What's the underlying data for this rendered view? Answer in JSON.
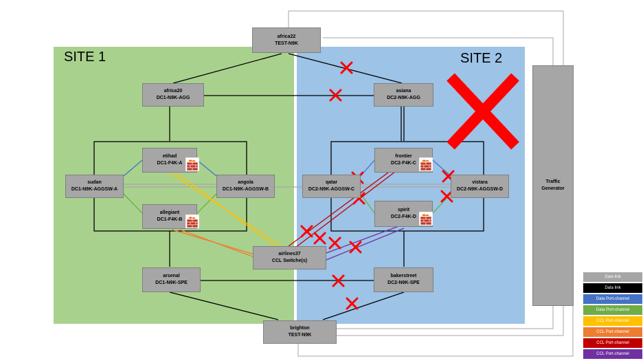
{
  "sites": {
    "site1": "SITE 1",
    "site2": "SITE 2"
  },
  "nodes": {
    "africa22": {
      "name": "africa22",
      "role": "TEST-N9K"
    },
    "africa20": {
      "name": "africa20",
      "role": "DC1-N9K-AGG"
    },
    "asiana": {
      "name": "asiana",
      "role": "DC2-N9K-AGG"
    },
    "etihad": {
      "name": "etihad",
      "role": "DC1-F4K-A"
    },
    "allegiant": {
      "name": "allegiant",
      "role": "DC1-F4K-B"
    },
    "sudan": {
      "name": "sudan",
      "role": "DC1-N9K-AGGSW-A"
    },
    "angola": {
      "name": "angola",
      "role": "DC1-N9K-AGGSW-B"
    },
    "frontier": {
      "name": "frontier",
      "role": "DC2-F4K-C"
    },
    "spirit": {
      "name": "spirit",
      "role": "DC2-F4K-D"
    },
    "qatar": {
      "name": "qatar",
      "role": "DC2-N9K-AGGSW-C"
    },
    "vistara": {
      "name": "vistara",
      "role": "DC2-N9K-AGGSW-D"
    },
    "airlines37": {
      "name": "airlines37",
      "role": "CCL Switche(s)"
    },
    "arsenal": {
      "name": "arsenal",
      "role": "DC1-N9K-SPE"
    },
    "bakerstreet": {
      "name": "bakerstreet",
      "role": "DC2-N9K-SPE"
    },
    "brighton": {
      "name": "brighton",
      "role": "TEST-N9K"
    },
    "traffic": {
      "name": "Traffic",
      "role": "Generator"
    }
  },
  "legend": [
    {
      "label": "Data link",
      "color": "#a6a6a6",
      "text_color": "#ffffff"
    },
    {
      "label": "Data link",
      "color": "#000000",
      "text_color": "#ffffff"
    },
    {
      "label": "Data Port-channel",
      "color": "#4472c4",
      "text_color": "#ffffff"
    },
    {
      "label": "Data Port-channel",
      "color": "#70ad47",
      "text_color": "#ffffff"
    },
    {
      "label": "CCL Port-channel",
      "color": "#ffc000",
      "text_color": "#ffffff"
    },
    {
      "label": "CCL Port-channel",
      "color": "#ed7d31",
      "text_color": "#ffffff"
    },
    {
      "label": "CCL Port-channel",
      "color": "#c00000",
      "text_color": "#ffffff"
    },
    {
      "label": "CCL Port-channel",
      "color": "#7030a0",
      "text_color": "#ffffff"
    }
  ],
  "colors": {
    "site1_bg": "#a9d18e",
    "site2_bg": "#9dc3e6",
    "failure_mark": "#ff0000",
    "node_fill": "#a6a6a6"
  },
  "icons": {
    "firewall": "firewall-icon",
    "failure": "failure-x-icon"
  }
}
